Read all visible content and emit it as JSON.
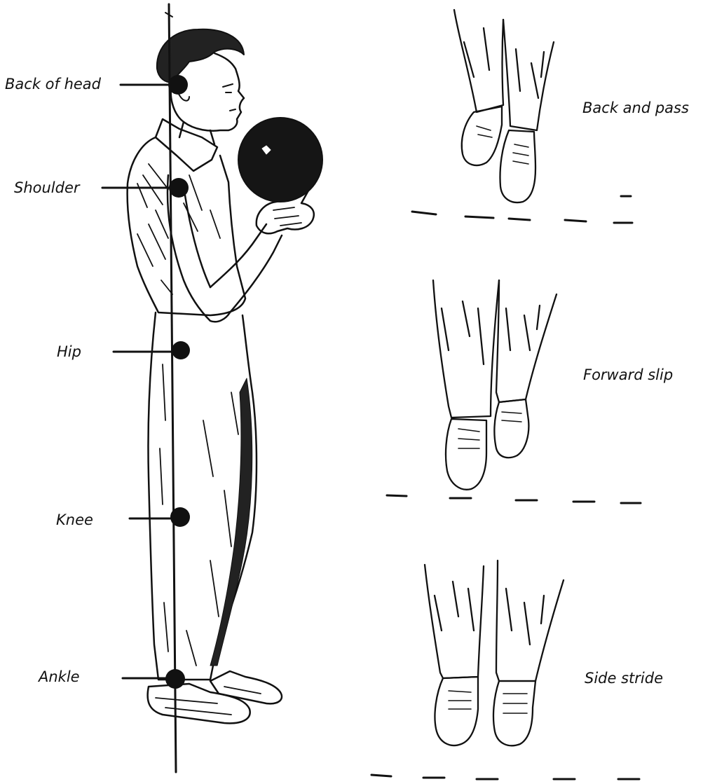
{
  "posture_labels": {
    "back_of_head": "Back of head",
    "shoulder": "Shoulder",
    "hip": "Hip",
    "knee": "Knee",
    "ankle": "Ankle"
  },
  "stance_labels": {
    "back_and_pass": "Back and pass",
    "forward_slip": "Forward slip",
    "side_stride": "Side stride"
  },
  "colors": {
    "ink": "#111111",
    "paper": "#ffffff"
  }
}
